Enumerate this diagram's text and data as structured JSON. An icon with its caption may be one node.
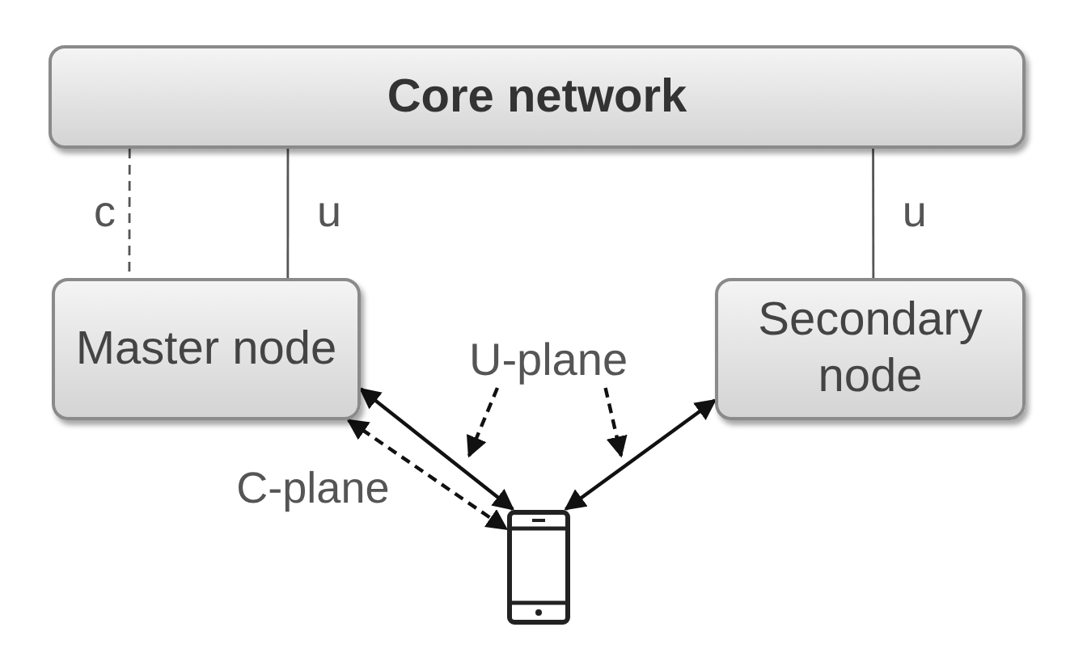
{
  "diagram": {
    "nodes": [
      {
        "text": [
          "Core network"
        ]
      },
      {
        "text": [
          "Master node"
        ]
      },
      {
        "text": [
          "Secondary node"
        ]
      },
      {
        "text": [],
        "shape": "phone"
      },
      {
        "text": [
          "U-plane"
        ]
      }
    ],
    "edges": [
      {
        "from": 0,
        "to": 1,
        "arrow": "none",
        "style": "dashed",
        "color": "#555555",
        "label": "c"
      },
      {
        "from": 0,
        "to": 1,
        "arrow": "none",
        "color": "#555555",
        "label": "u"
      },
      {
        "from": 0,
        "to": 2,
        "arrow": "none",
        "color": "#555555",
        "label": "u"
      },
      {
        "from": 1,
        "to": 3,
        "arrow": "both"
      },
      {
        "from": 1,
        "to": 3,
        "arrow": "both",
        "style": "dashed",
        "label": "C-plane"
      },
      {
        "from": 2,
        "to": 3,
        "arrow": "both"
      },
      {
        "from": 4,
        "to": null,
        "arrow": "to",
        "style": "dashed"
      },
      {
        "from": 4,
        "to": null,
        "arrow": "to",
        "style": "dashed"
      }
    ]
  }
}
